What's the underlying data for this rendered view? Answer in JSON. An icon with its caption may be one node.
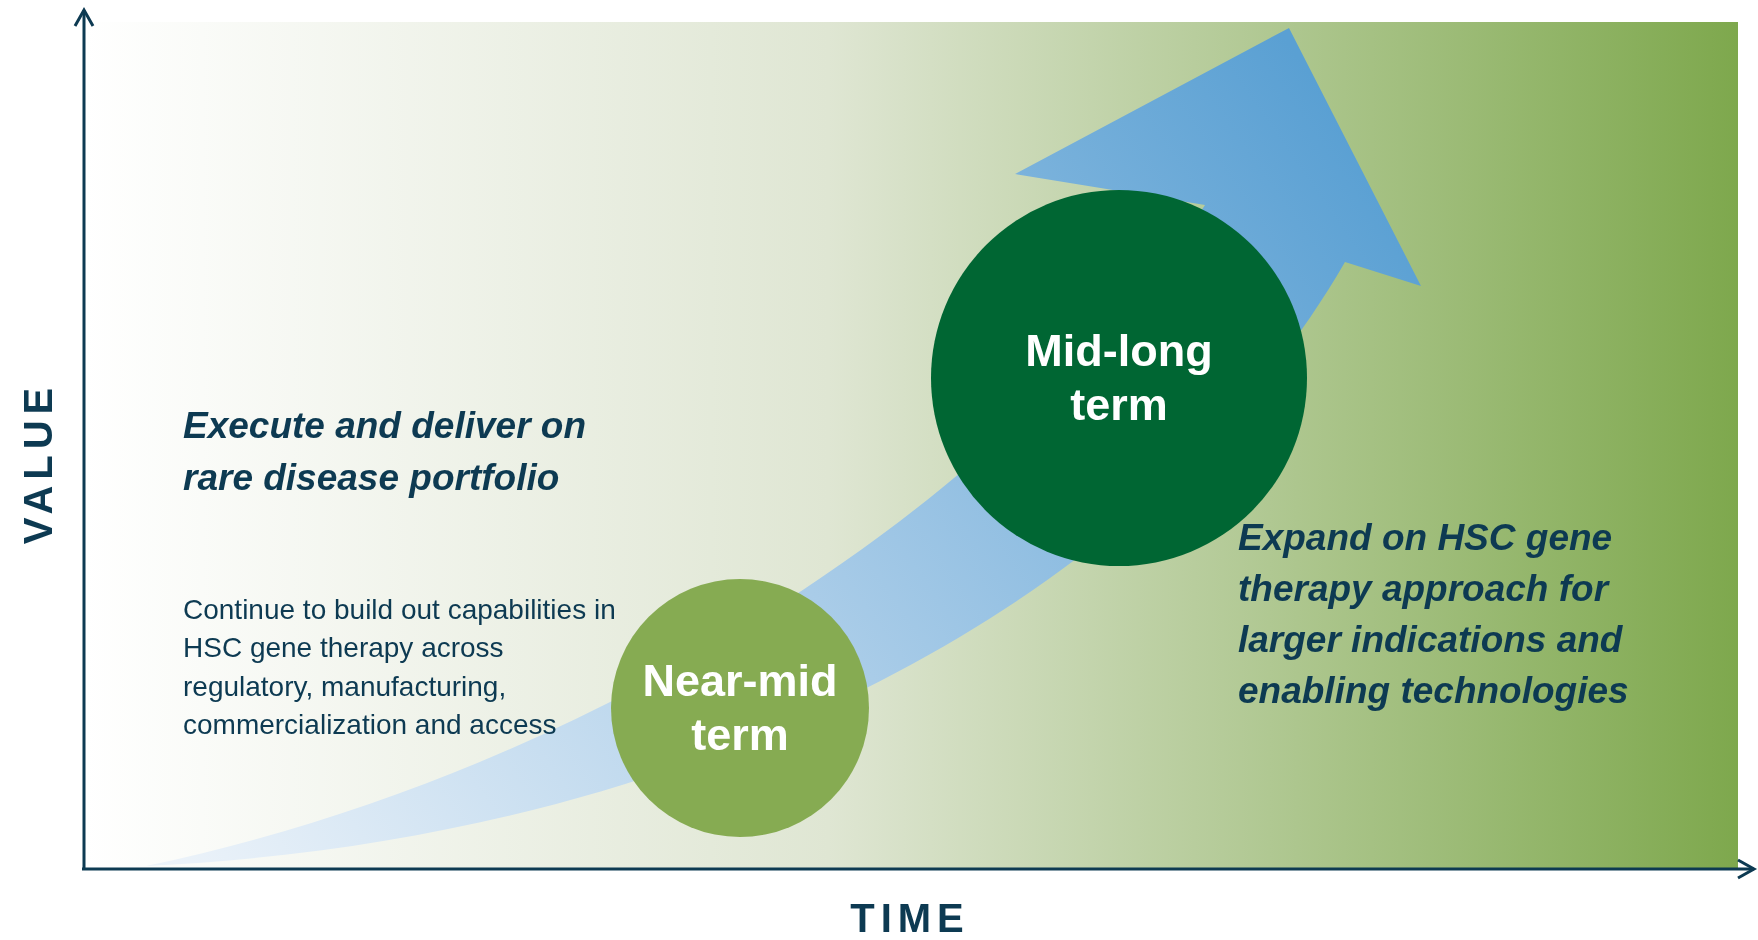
{
  "diagram": {
    "nodes": [
      {
        "text": [
          "Near-mid term"
        ]
      },
      {
        "text": [
          "Mid-long term"
        ]
      }
    ],
    "labels": [
      "Execute and deliver on rare disease portfolio",
      "Continue to build out capabilities in HSC gene therapy across regulatory, manufacturing, commercialization and access",
      "Expand on HSC gene therapy approach for larger indications and enabling technologies",
      "VALUE",
      "TIME"
    ]
  }
}
